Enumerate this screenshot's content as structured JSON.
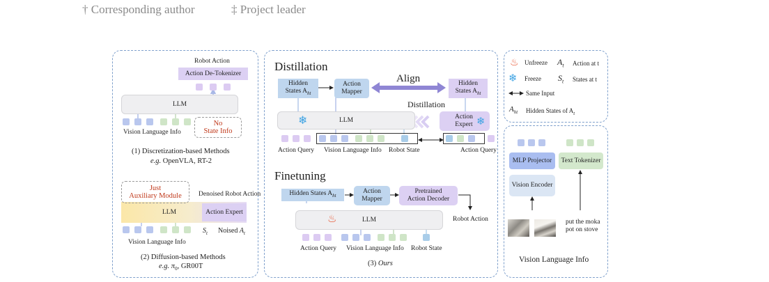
{
  "header": {
    "corresponding": "† Corresponding author",
    "leader": "‡ Project leader"
  },
  "panel1": {
    "top": {
      "robot_action": "Robot Action",
      "detokenizer": "Action De-Tokenizer",
      "llm": "LLM",
      "no_state": "No\nState Info",
      "vl_info": "Vision Language Info",
      "caption": "(1) Discretization-based Methods",
      "example_prefix": "e.g.",
      "example": " OpenVLA, RT-2"
    },
    "bottom": {
      "just_aux": "Just\nAuxiliary Module",
      "denoised": "Denoised Robot Action",
      "llm": "LLM",
      "expert": "Action Expert",
      "st": "S",
      "st_sub": "t",
      "noised": "Noised",
      "at": "A",
      "at_sub": "t",
      "vl_info": "Vision Language Info",
      "caption": "(2) Diffusion-based Methods",
      "example_prefix": "e.g.",
      "example_pi": " π",
      "example_pi_sub": "0",
      "example_rest": ", GR00T"
    }
  },
  "panel2": {
    "distillation_title": "Distillation",
    "hidden_states": "Hidden\nStates A",
    "hidden_sub": "ht",
    "action_mapper": "Action\nMapper",
    "align": "Align",
    "hidden_states_right": "Hidden\nStates A",
    "distillation_label": "Distillation",
    "llm": "LLM",
    "action_expert": "Action\nExpert",
    "action_query": "Action Query",
    "vl_info": "Vision Language Info",
    "robot_state": "Robot State",
    "action_query_right": "Action Query",
    "finetuning_title": "Finetuning",
    "ft_hidden": "Hidden States A",
    "ft_mapper": "Action\nMapper",
    "ft_decoder": "Pretrained\nAction Decoder",
    "ft_llm": "LLM",
    "ft_robot_action": "Robot Action",
    "ft_action_query": "Action Query",
    "ft_vl_info": "Vision Language Info",
    "ft_robot_state": "Robot State",
    "caption_prefix": "(3) ",
    "caption": "Ours"
  },
  "panel3": {
    "legend": {
      "unfreeze": "Unfreeze",
      "freeze": "Freeze",
      "same_input": "Same Input",
      "at_sym": "A",
      "at_sub": "t",
      "at_label": "Action at t",
      "st_sym": "S",
      "st_sub": "t",
      "st_label": "States at t",
      "aht_sym": "A",
      "aht_sub": "ht",
      "aht_label": "Hidden States of A",
      "aht_label_sub": "t"
    },
    "mlp": "MLP Projector",
    "text_tok": "Text Tokenizer",
    "vision_enc": "Vision Encoder",
    "instruction": "put the moka\npot on stove",
    "caption": "Vision Language Info"
  }
}
